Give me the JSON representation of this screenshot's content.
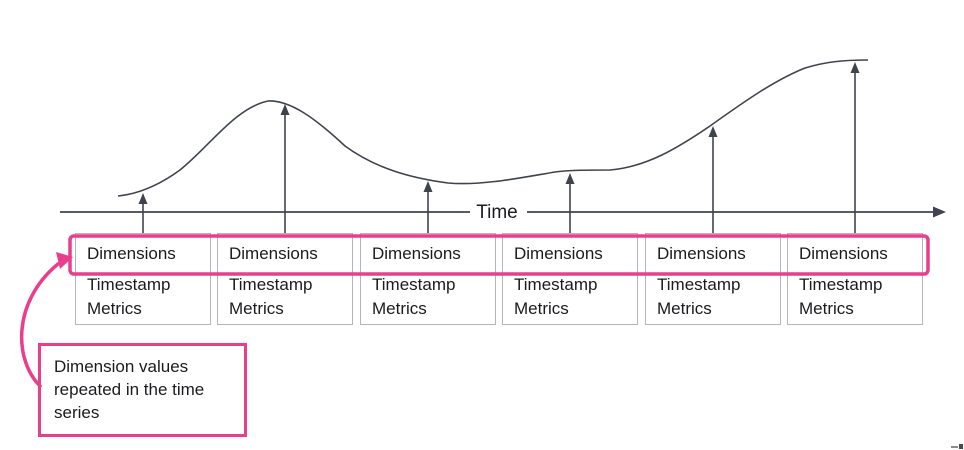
{
  "diagram": {
    "axis_label": "Time",
    "records": [
      {
        "dimensions": "Dimensions",
        "timestamp": "Timestamp",
        "metrics": "Metrics"
      },
      {
        "dimensions": "Dimensions",
        "timestamp": "Timestamp",
        "metrics": "Metrics"
      },
      {
        "dimensions": "Dimensions",
        "timestamp": "Timestamp",
        "metrics": "Metrics"
      },
      {
        "dimensions": "Dimensions",
        "timestamp": "Timestamp",
        "metrics": "Metrics"
      },
      {
        "dimensions": "Dimensions",
        "timestamp": "Timestamp",
        "metrics": "Metrics"
      },
      {
        "dimensions": "Dimensions",
        "timestamp": "Timestamp",
        "metrics": "Metrics"
      }
    ],
    "callout": {
      "text": "Dimension values repeated in the time series"
    },
    "colors": {
      "highlight_pink": "#e83e8c",
      "line_gray": "#3f444c",
      "box_border_gray": "#b4b4bd",
      "text_dark": "#1b1b1f"
    }
  }
}
